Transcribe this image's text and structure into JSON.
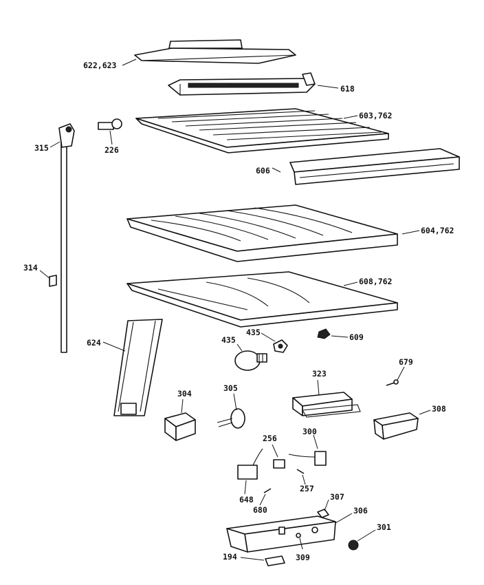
{
  "callouts": {
    "c622_623": "622,623",
    "c618": "618",
    "c603_762": "603,762",
    "c315": "315",
    "c226": "226",
    "c606": "606",
    "c604_762": "604,762",
    "c314": "314",
    "c608_762": "608,762",
    "c435a": "435",
    "c435b": "435",
    "c609": "609",
    "c624": "624",
    "c679": "679",
    "c323": "323",
    "c304": "304",
    "c305": "305",
    "c308": "308",
    "c256": "256",
    "c300": "300",
    "c648": "648",
    "c257": "257",
    "c680": "680",
    "c307": "307",
    "c306": "306",
    "c301": "301",
    "c194": "194",
    "c309": "309"
  }
}
